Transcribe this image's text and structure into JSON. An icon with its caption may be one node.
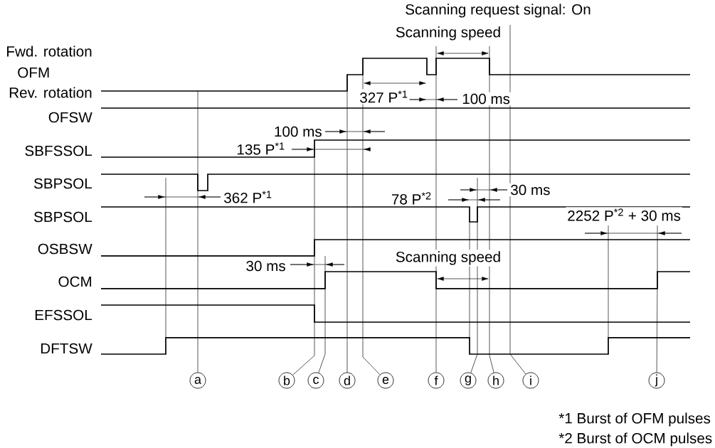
{
  "diagram": {
    "nodes": [
      {
        "text": [
          "a"
        ]
      },
      {
        "text": [
          "b"
        ]
      },
      {
        "text": [
          "c"
        ]
      },
      {
        "text": [
          "d"
        ]
      },
      {
        "text": [
          "e"
        ]
      },
      {
        "text": [
          "f"
        ]
      },
      {
        "text": [
          "g"
        ]
      },
      {
        "text": [
          "h"
        ]
      },
      {
        "text": [
          "i"
        ]
      },
      {
        "text": [
          "j"
        ]
      }
    ],
    "edges": [
      {
        "from": 0,
        "to": null,
        "arrow": "none"
      },
      {
        "from": 1,
        "to": null,
        "arrow": "none"
      },
      {
        "from": 2,
        "to": null,
        "arrow": "none"
      },
      {
        "from": 3,
        "to": null,
        "arrow": "none"
      },
      {
        "from": 4,
        "to": null,
        "arrow": "none"
      },
      {
        "from": 5,
        "to": null,
        "arrow": "none"
      },
      {
        "from": 6,
        "to": null,
        "arrow": "none"
      },
      {
        "from": 7,
        "to": null,
        "arrow": "none"
      },
      {
        "from": 8,
        "to": null,
        "arrow": "none"
      },
      {
        "from": 9,
        "to": null,
        "arrow": "none"
      }
    ],
    "labels": [
      "Scanning request signal: On",
      "Scanning speed",
      "Fwd. rotation",
      "OFM",
      "Rev. rotation",
      "327 P$^{*1}$",
      "100 ms",
      "OFSW",
      "100 ms",
      "SBFSSOL",
      "135 P$^{*1}$",
      "SBPSOL",
      "362 P$^{*1}$",
      "30 ms",
      "78 P$^{*2}$",
      "SBPSOL",
      "2252 P$^{*2}$ + 30 ms",
      "OSBSW",
      "30 ms",
      "Scanning speed",
      "OCM",
      "EFSSOL",
      "DFTSW",
      "*1 Burst of OFM pulses",
      "*2 Burst of OCM pulses"
    ]
  }
}
